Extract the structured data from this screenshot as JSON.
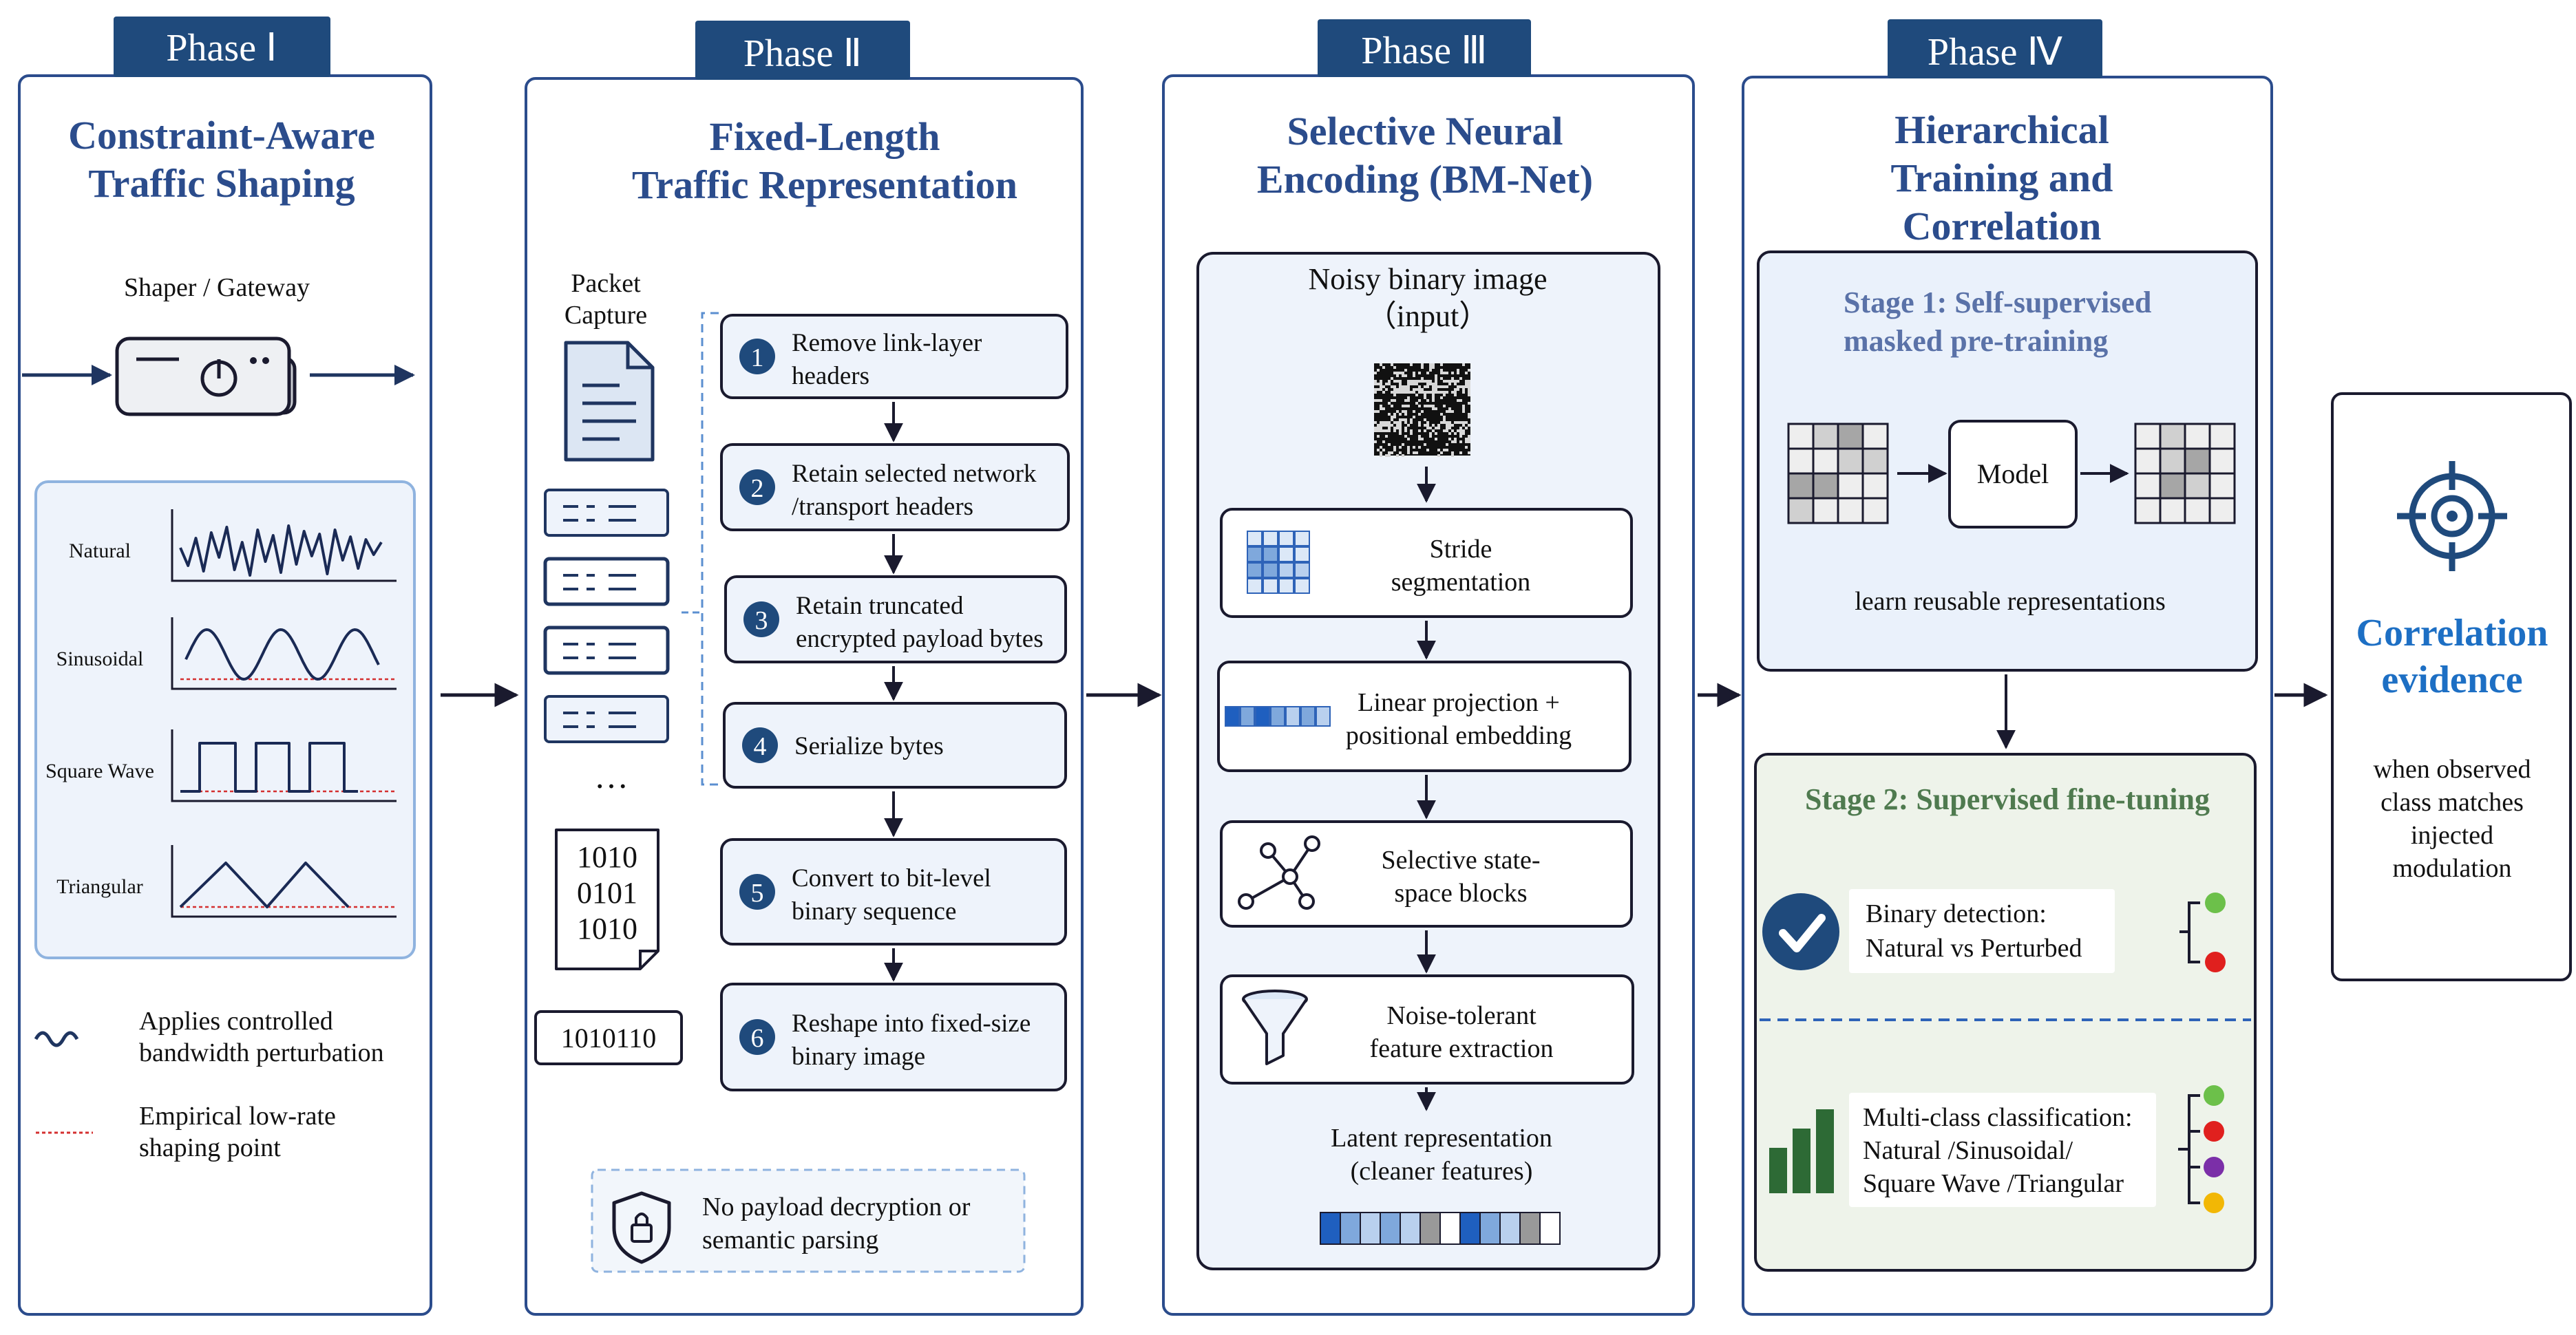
{
  "phase1": {
    "tab": "Phase Ⅰ",
    "title1": "Constraint-Aware",
    "title2": "Traffic Shaping",
    "device_label": "Shaper / Gateway",
    "waves": [
      {
        "label": "Natural"
      },
      {
        "label": "Sinusoidal"
      },
      {
        "label": "Square Wave"
      },
      {
        "label": "Triangular"
      }
    ],
    "legend_wave_1": "Applies controlled",
    "legend_wave_2": "bandwidth perturbation",
    "legend_line_1": "Empirical low-rate",
    "legend_line_2": "shaping point"
  },
  "phase2": {
    "tab": "Phase Ⅱ",
    "title1": "Fixed-Length",
    "title2": "Traffic Representation",
    "capture_1": "Packet",
    "capture_2": "Capture",
    "ellipsis": "…",
    "bits_1": "1010",
    "bits_2": "0101",
    "bits_3": "1010",
    "bits_short": "1010110",
    "steps": [
      {
        "num": "1",
        "l1": "Remove link-layer",
        "l2": "headers"
      },
      {
        "num": "2",
        "l1": "Retain selected network",
        "l2": "/transport headers"
      },
      {
        "num": "3",
        "l1": "Retain truncated",
        "l2": "encrypted payload bytes"
      },
      {
        "num": "4",
        "l1": "Serialize bytes",
        "l2": ""
      },
      {
        "num": "5",
        "l1": "Convert to bit-level",
        "l2": "binary sequence"
      },
      {
        "num": "6",
        "l1": "Reshape into fixed-size",
        "l2": "binary image"
      }
    ],
    "note_1": "No payload decryption or",
    "note_2": "semantic parsing"
  },
  "phase3": {
    "tab": "Phase Ⅲ",
    "title1": "Selective Neural",
    "title2": "Encoding (BM-Net)",
    "input_1": "Noisy binary image",
    "input_2": "（input）",
    "blocks": [
      {
        "l1": "Stride",
        "l2": "segmentation",
        "icon": "grid-icon"
      },
      {
        "l1": "Linear projection +",
        "l2": "positional embedding",
        "icon": "embedding-strip-icon"
      },
      {
        "l1": "Selective state-",
        "l2": "space blocks",
        "icon": "graph-icon"
      },
      {
        "l1": "Noise-tolerant",
        "l2": "feature extraction",
        "icon": "funnel-icon"
      }
    ],
    "latent_1": "Latent representation",
    "latent_2": "(cleaner features)"
  },
  "phase4": {
    "tab": "Phase Ⅳ",
    "title1": "Hierarchical",
    "title2": "Training and",
    "title3": "Correlation",
    "stage1_1": "Stage 1: Self-supervised",
    "stage1_2": "masked pre-training",
    "model": "Model",
    "stage1_caption": "learn reusable representations",
    "stage2": "Stage 2: Supervised fine-tuning",
    "binary_1": "Binary detection:",
    "binary_2": "Natural vs Perturbed",
    "multi_1": "Multi-class classification:",
    "multi_2": "Natural /Sinusoidal/",
    "multi_3": "Square Wave /Triangular"
  },
  "output": {
    "title1": "Correlation",
    "title2": "evidence",
    "desc_1": "when observed",
    "desc_2": "class matches",
    "desc_3": "injected",
    "desc_4": "modulation"
  },
  "colors": {
    "navy": "#1f4a7c",
    "title_blue": "#2b4c8c",
    "stage1_blue": "#5a72a8",
    "stage2_green": "#4f7a4f",
    "dot_green": "#6cc04a",
    "dot_red": "#e0201e",
    "dot_purple": "#7b2fa8",
    "dot_yellow": "#f2b705",
    "shaping_red": "#d43030"
  }
}
